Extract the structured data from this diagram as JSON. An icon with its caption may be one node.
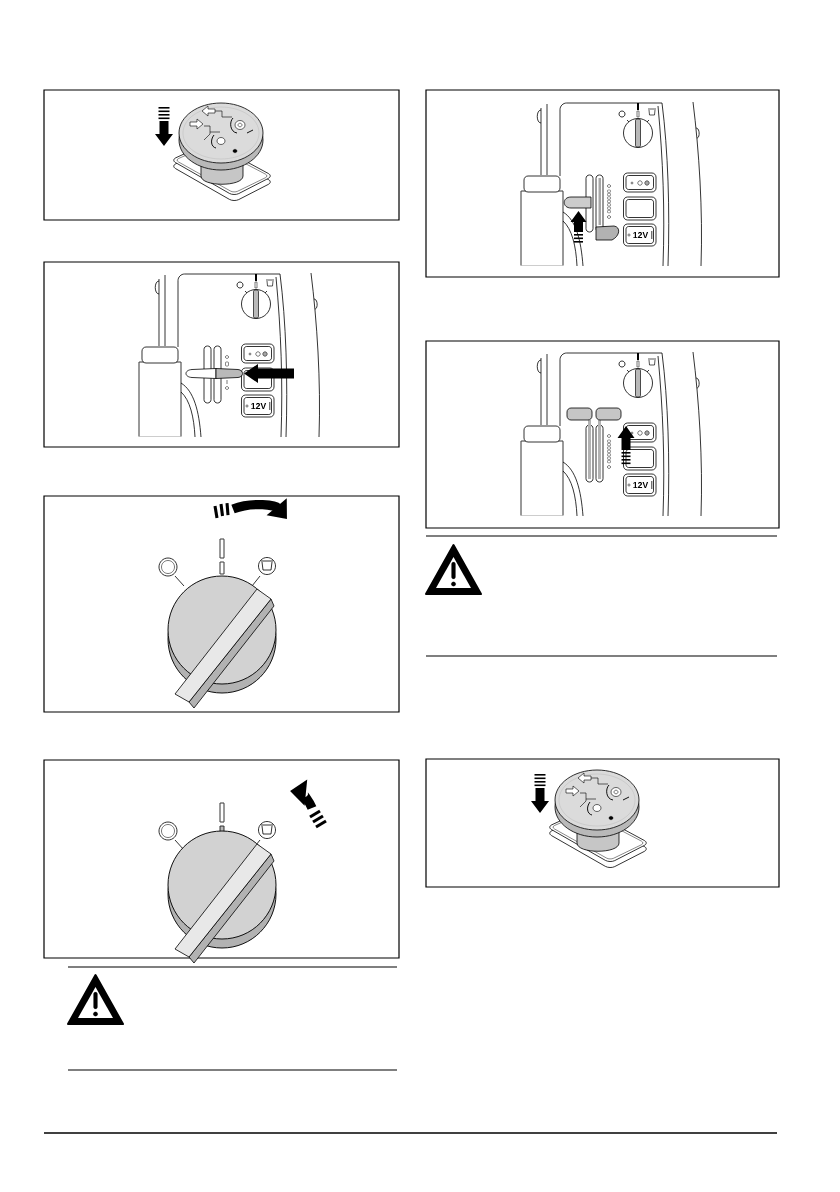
{
  "diagram": {
    "labels": [
      "12V",
      "12V",
      "12V"
    ]
  }
}
